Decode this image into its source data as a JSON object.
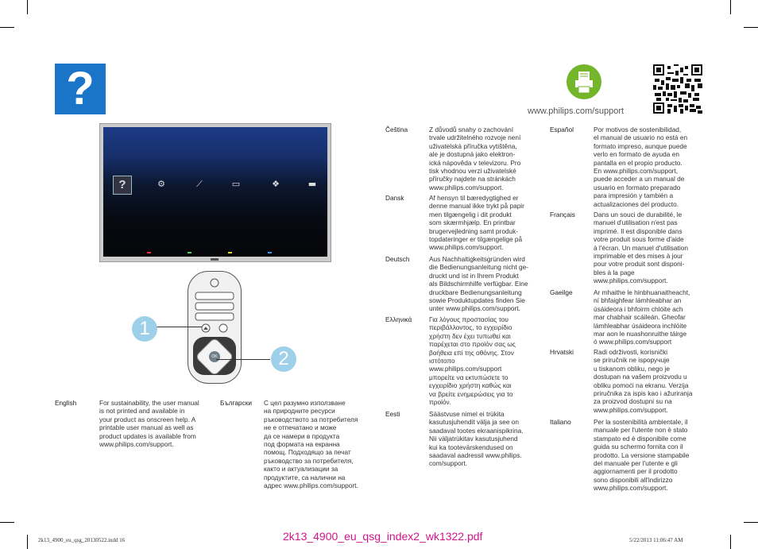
{
  "header": {
    "help_symbol": "?",
    "url": "www.philips.com/support"
  },
  "tv": {
    "help_symbol": "?"
  },
  "remote": {
    "ok_label": "OK"
  },
  "callouts": [
    "1",
    "2"
  ],
  "colors": {
    "help_blue": "#1a75c9",
    "print_green": "#73b52b",
    "callout_blue": "#9ed0ea",
    "footer_magenta": "#d0158c"
  },
  "sections": {
    "english": {
      "lang": "English",
      "text": "For sustainability, the user manual\nis not printed and available in\nyour product as onscreen help. A\nprintable user manual as well as\nproduct updates is available from\nwww.philips.com/support."
    },
    "bulgarian": {
      "lang": "Български",
      "text": "С цел разумно използване\nна природните ресурси\nръководството за потребителя\nне е отпечатано и може\nда се намери в продукта\nпод формата на екранна\nпомощ. Подходящо за печат\nръководство за потребителя,\nкакто и актуализации за\nпродуктите, са налични на\nадрес www.philips.com/support."
    },
    "czech": {
      "lang": "Čeština",
      "text": "Z důvodů snahy o zachování\ntrvale udržitelného rozvoje není\nuživatelská příručka vytištěna,\nale je dostupná jako elektron-\nická nápověda v televizoru. Pro\ntisk vhodnou verzi uživatelské\npříručky najdete na stránkách\nwww.philips.com/support."
    },
    "danish": {
      "lang": "Dansk",
      "text": "Af hensyn til bæredygtighed er\ndenne manual ikke trykt på papir\nmen tilgængelig i dit produkt\nsom skærmhjælp. En printbar\nbrugervejledning samt produk-\ntopdateringer er tilgængelige på\nwww.philips.com/support."
    },
    "german": {
      "lang": "Deutsch",
      "text": "Aus Nachhaltigkeitsgründen wird\ndie Bedienungsanleitung nicht ge-\ndruckt und ist in Ihrem Produkt\nals Bildschirmhilfe verfügbar. Eine\ndruckbare Bedienungsanleitung\nsowie Produktupdates finden Sie\nunter www.philips.com/support."
    },
    "greek": {
      "lang": "Ελληνικά",
      "text": "Για λόγους προστασίας του\nπεριβάλλοντος, το εγχειρίδιο\nχρήστη δεν έχει τυπωθεί και\nπαρέχεται στο προϊόν σας ως\nβοήθεια επί της οθόνης. Στον\nιστότοπο\nwww.philips.com/support\nμπορείτε να εκτυπώσετε το\nεγχειρίδιο χρήστη καθώς και\nνα βρείτε ενημερώσεις για το\nπροϊόν."
    },
    "estonian": {
      "lang": "Eesti",
      "text": "Säästvuse nimel ei trükita\nkasutusjuhendit välja ja see on\nsaadaval tootes ekraanispikrina.\nNii väljatrükitav kasutusjuhend\nkui ka tootevärskendused on\nsaadaval aadressil www.philips.\ncom/support."
    },
    "spanish": {
      "lang": "Español",
      "text": "Por motivos de sostenibilidad,\nel manual de usuario no está en\nformato impreso, aunque puede\nverlo en formato de ayuda en\npantalla en el propio producto.\nEn www.philips.com/support,\npuede acceder a un manual de\nusuario en formato preparado\npara impresión y también a\nactualizaciones del producto."
    },
    "french": {
      "lang": "Français",
      "text": "Dans un souci de durabilité, le\nmanuel d'utilisation n'est pas\nimprimé. Il est disponible dans\nvotre produit sous forme d'aide\nà l'écran. Un manuel d'utilisation\nimprimable et des mises à jour\npour votre produit sont disponi-\nbles à la page\nwww.philips.com/support."
    },
    "irish": {
      "lang": "Gaeilge",
      "text": "Ar mhaithe le hinbhuanaitheacht,\nní bhfaighfear lámhleabhar an\núsáideora i bhfoirm chlóite ach\nmar chabhair scáileán. Gheofar\nlámhleabhar úsáideora inchlóite\nmar aon le nuashonruithe táirge\nó www.philips.com/support"
    },
    "croatian": {
      "lang": "Hrvatski",
      "text": "Radi održivosti, korisnički\nse priručnik ne ispoручuje\nu tiskanom obliku, nego je\ndostupan na vašem proizvodu u\nobliku pomoći na ekranu. Verzija\npriručnika za ispis kao i ažuriranja\nza proizvod dostupni su na\nwww.philips.com/support."
    },
    "italian": {
      "lang": "Italiano",
      "text": "Per la sostenibilità ambientale, il\nmanuale per l'utente non è stato\nstampato ed è disponibile come\nguida su schermo fornita con il\nprodotto. La versione stampabile\ndel manuale per l'utente e gli\naggiornamenti per il prodotto\nsono disponibili all'indirizzo\nwww.philips.com/support."
    }
  },
  "footer": {
    "left": "2k13_4900_eu_qsg_20130522.indd   16",
    "center": "2k13_4900_eu_qsg_index2_wk1322.pdf",
    "right": "5/22/2013   11:06:47 AM"
  }
}
